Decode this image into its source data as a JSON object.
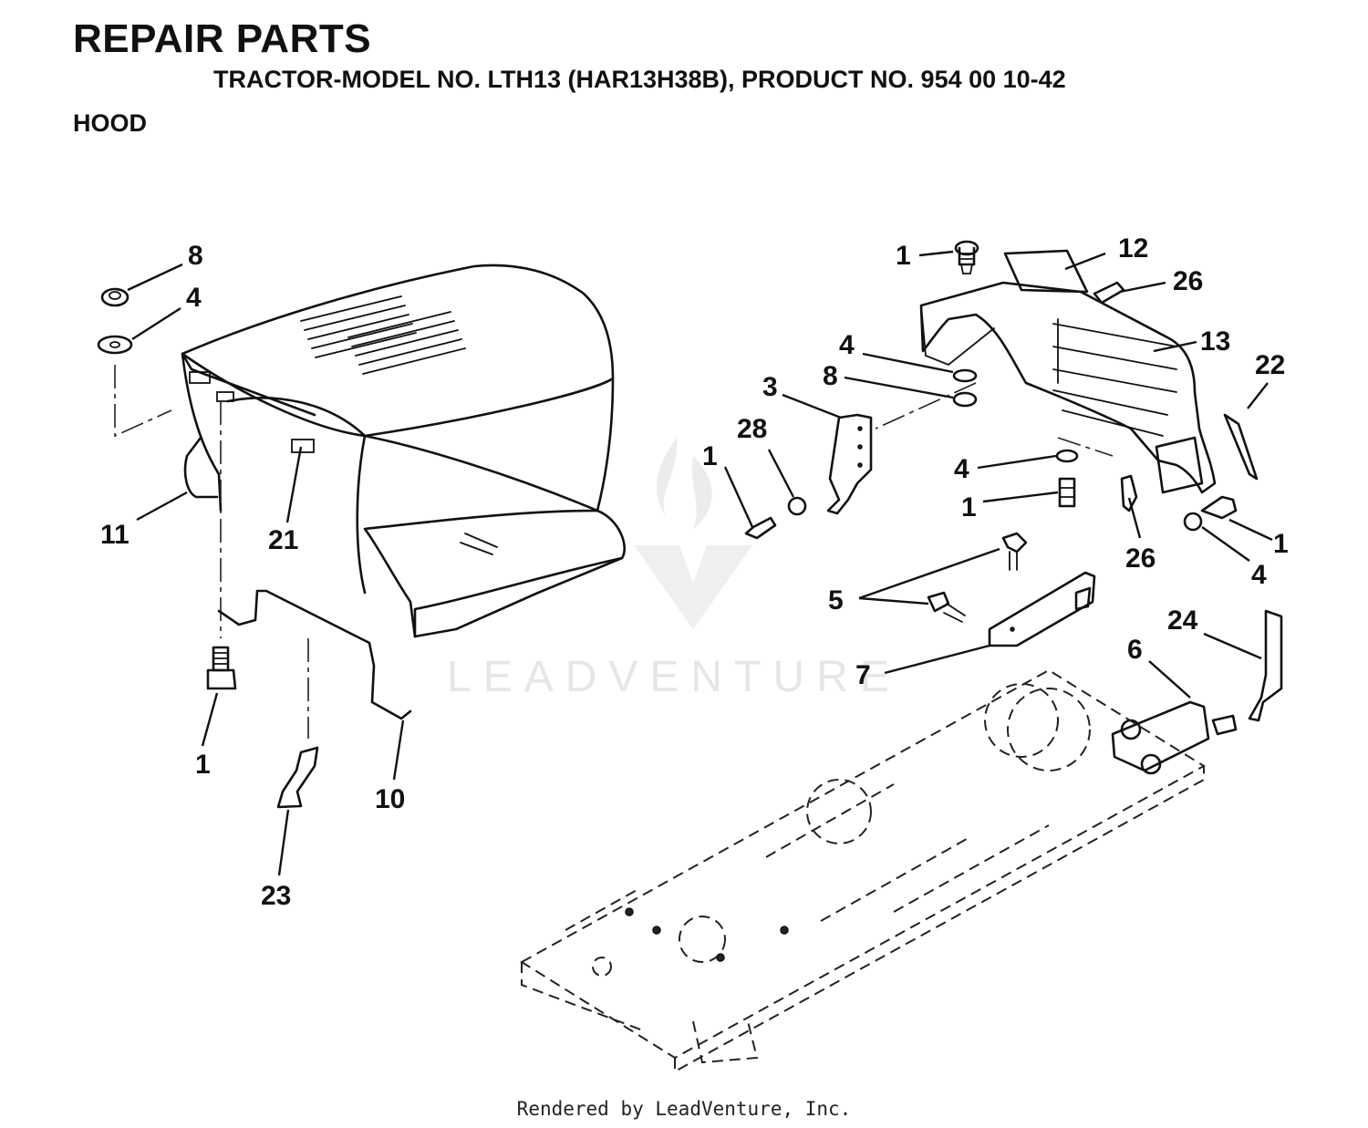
{
  "header": {
    "title": "REPAIR PARTS",
    "subtitle": "TRACTOR-MODEL NO. LTH13 (HAR13H38B), PRODUCT NO. 954 00 10-42",
    "section": "HOOD"
  },
  "watermark": {
    "text": "LEADVENTURE"
  },
  "footer": {
    "text": "Rendered by LeadVenture, Inc."
  },
  "callouts": [
    "8",
    "4",
    "11",
    "21",
    "1",
    "10",
    "23",
    "1",
    "12",
    "26",
    "13",
    "22",
    "4",
    "8",
    "3",
    "28",
    "1",
    "4",
    "1",
    "26",
    "1",
    "4",
    "5",
    "7",
    "6",
    "24"
  ]
}
